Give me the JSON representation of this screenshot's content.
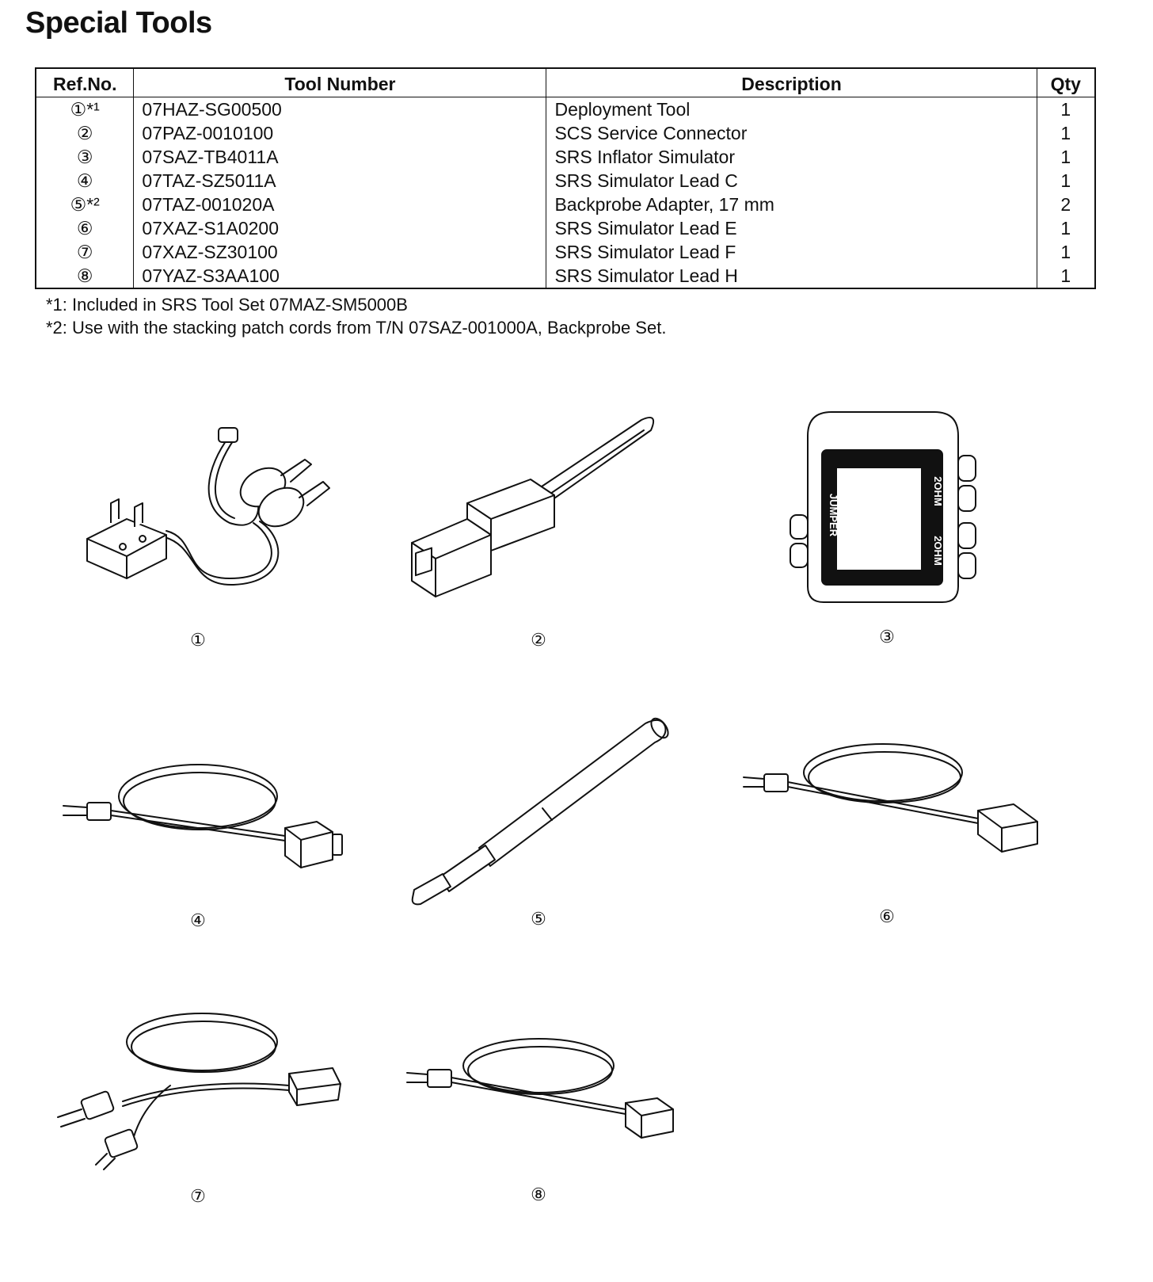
{
  "page": {
    "title": "Special Tools"
  },
  "table": {
    "headers": [
      "Ref.No.",
      "Tool Number",
      "Description",
      "Qty"
    ],
    "rows": [
      {
        "ref": "①*¹",
        "tool": "07HAZ-SG00500",
        "desc": "Deployment Tool",
        "qty": "1"
      },
      {
        "ref": "②",
        "tool": "07PAZ-0010100",
        "desc": "SCS Service Connector",
        "qty": "1"
      },
      {
        "ref": "③",
        "tool": "07SAZ-TB4011A",
        "desc": "SRS Inflator Simulator",
        "qty": "1"
      },
      {
        "ref": "④",
        "tool": "07TAZ-SZ5011A",
        "desc": "SRS Simulator Lead C",
        "qty": "1"
      },
      {
        "ref": "⑤*²",
        "tool": "07TAZ-001020A",
        "desc": "Backprobe Adapter, 17 mm",
        "qty": "2"
      },
      {
        "ref": "⑥",
        "tool": "07XAZ-S1A0200",
        "desc": "SRS Simulator Lead E",
        "qty": "1"
      },
      {
        "ref": "⑦",
        "tool": "07XAZ-SZ30100",
        "desc": "SRS Simulator Lead F",
        "qty": "1"
      },
      {
        "ref": "⑧",
        "tool": "07YAZ-S3AA100",
        "desc": "SRS Simulator Lead H",
        "qty": "1"
      }
    ]
  },
  "notes": [
    "*1: Included in SRS Tool Set 07MAZ-SM5000B",
    "*2: Use with the stacking patch cords from T/N 07SAZ-001000A, Backprobe Set."
  ],
  "figures": {
    "captions": [
      "①",
      "②",
      "③",
      "④",
      "⑤",
      "⑥",
      "⑦",
      "⑧"
    ],
    "simulator_labels": {
      "left": "JUMPER",
      "right_top": "2OHM",
      "right_bottom": "2OHM"
    }
  }
}
